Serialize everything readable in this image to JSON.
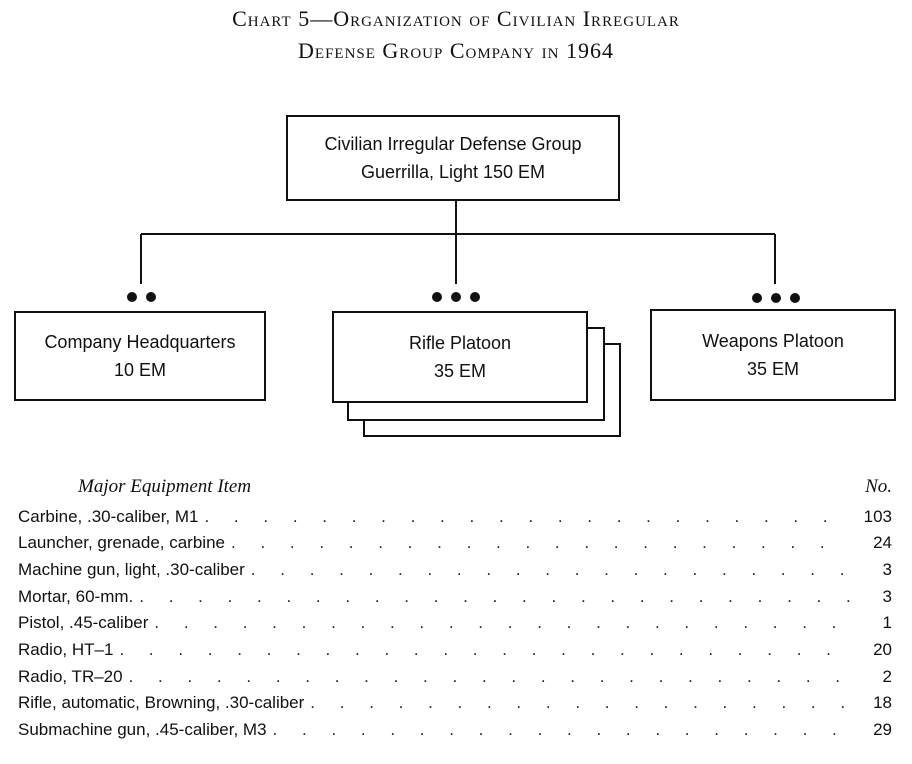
{
  "title": {
    "line1": "Chart 5—Organization of Civilian Irregular",
    "line2": "Defense Group Company in 1964"
  },
  "org": {
    "top": {
      "line1": "Civilian Irregular Defense Group",
      "line2": "Guerrilla, Light 150 EM"
    },
    "units": [
      {
        "line1": "Company Headquarters",
        "line2": "10 EM",
        "dots": "● ●"
      },
      {
        "line1": "Rifle Platoon",
        "line2": "35 EM",
        "dots": "● ● ●"
      },
      {
        "line1": "Weapons Platoon",
        "line2": "35 EM",
        "dots": "● ● ●"
      }
    ]
  },
  "equipment": {
    "header_item": "Major Equipment Item",
    "header_no": "No.",
    "items": [
      {
        "name": "Carbine, .30-caliber, M1",
        "no": "103"
      },
      {
        "name": "Launcher, grenade, carbine",
        "no": "24"
      },
      {
        "name": "Machine gun, light, .30-caliber",
        "no": "3"
      },
      {
        "name": "Mortar, 60-mm.",
        "no": "3"
      },
      {
        "name": "Pistol, .45-caliber",
        "no": "1"
      },
      {
        "name": "Radio, HT–1",
        "no": "20"
      },
      {
        "name": "Radio, TR–20",
        "no": "2"
      },
      {
        "name": "Rifle, automatic, Browning, .30-caliber",
        "no": "18"
      },
      {
        "name": "Submachine gun, .45-caliber, M3",
        "no": "29"
      }
    ]
  }
}
